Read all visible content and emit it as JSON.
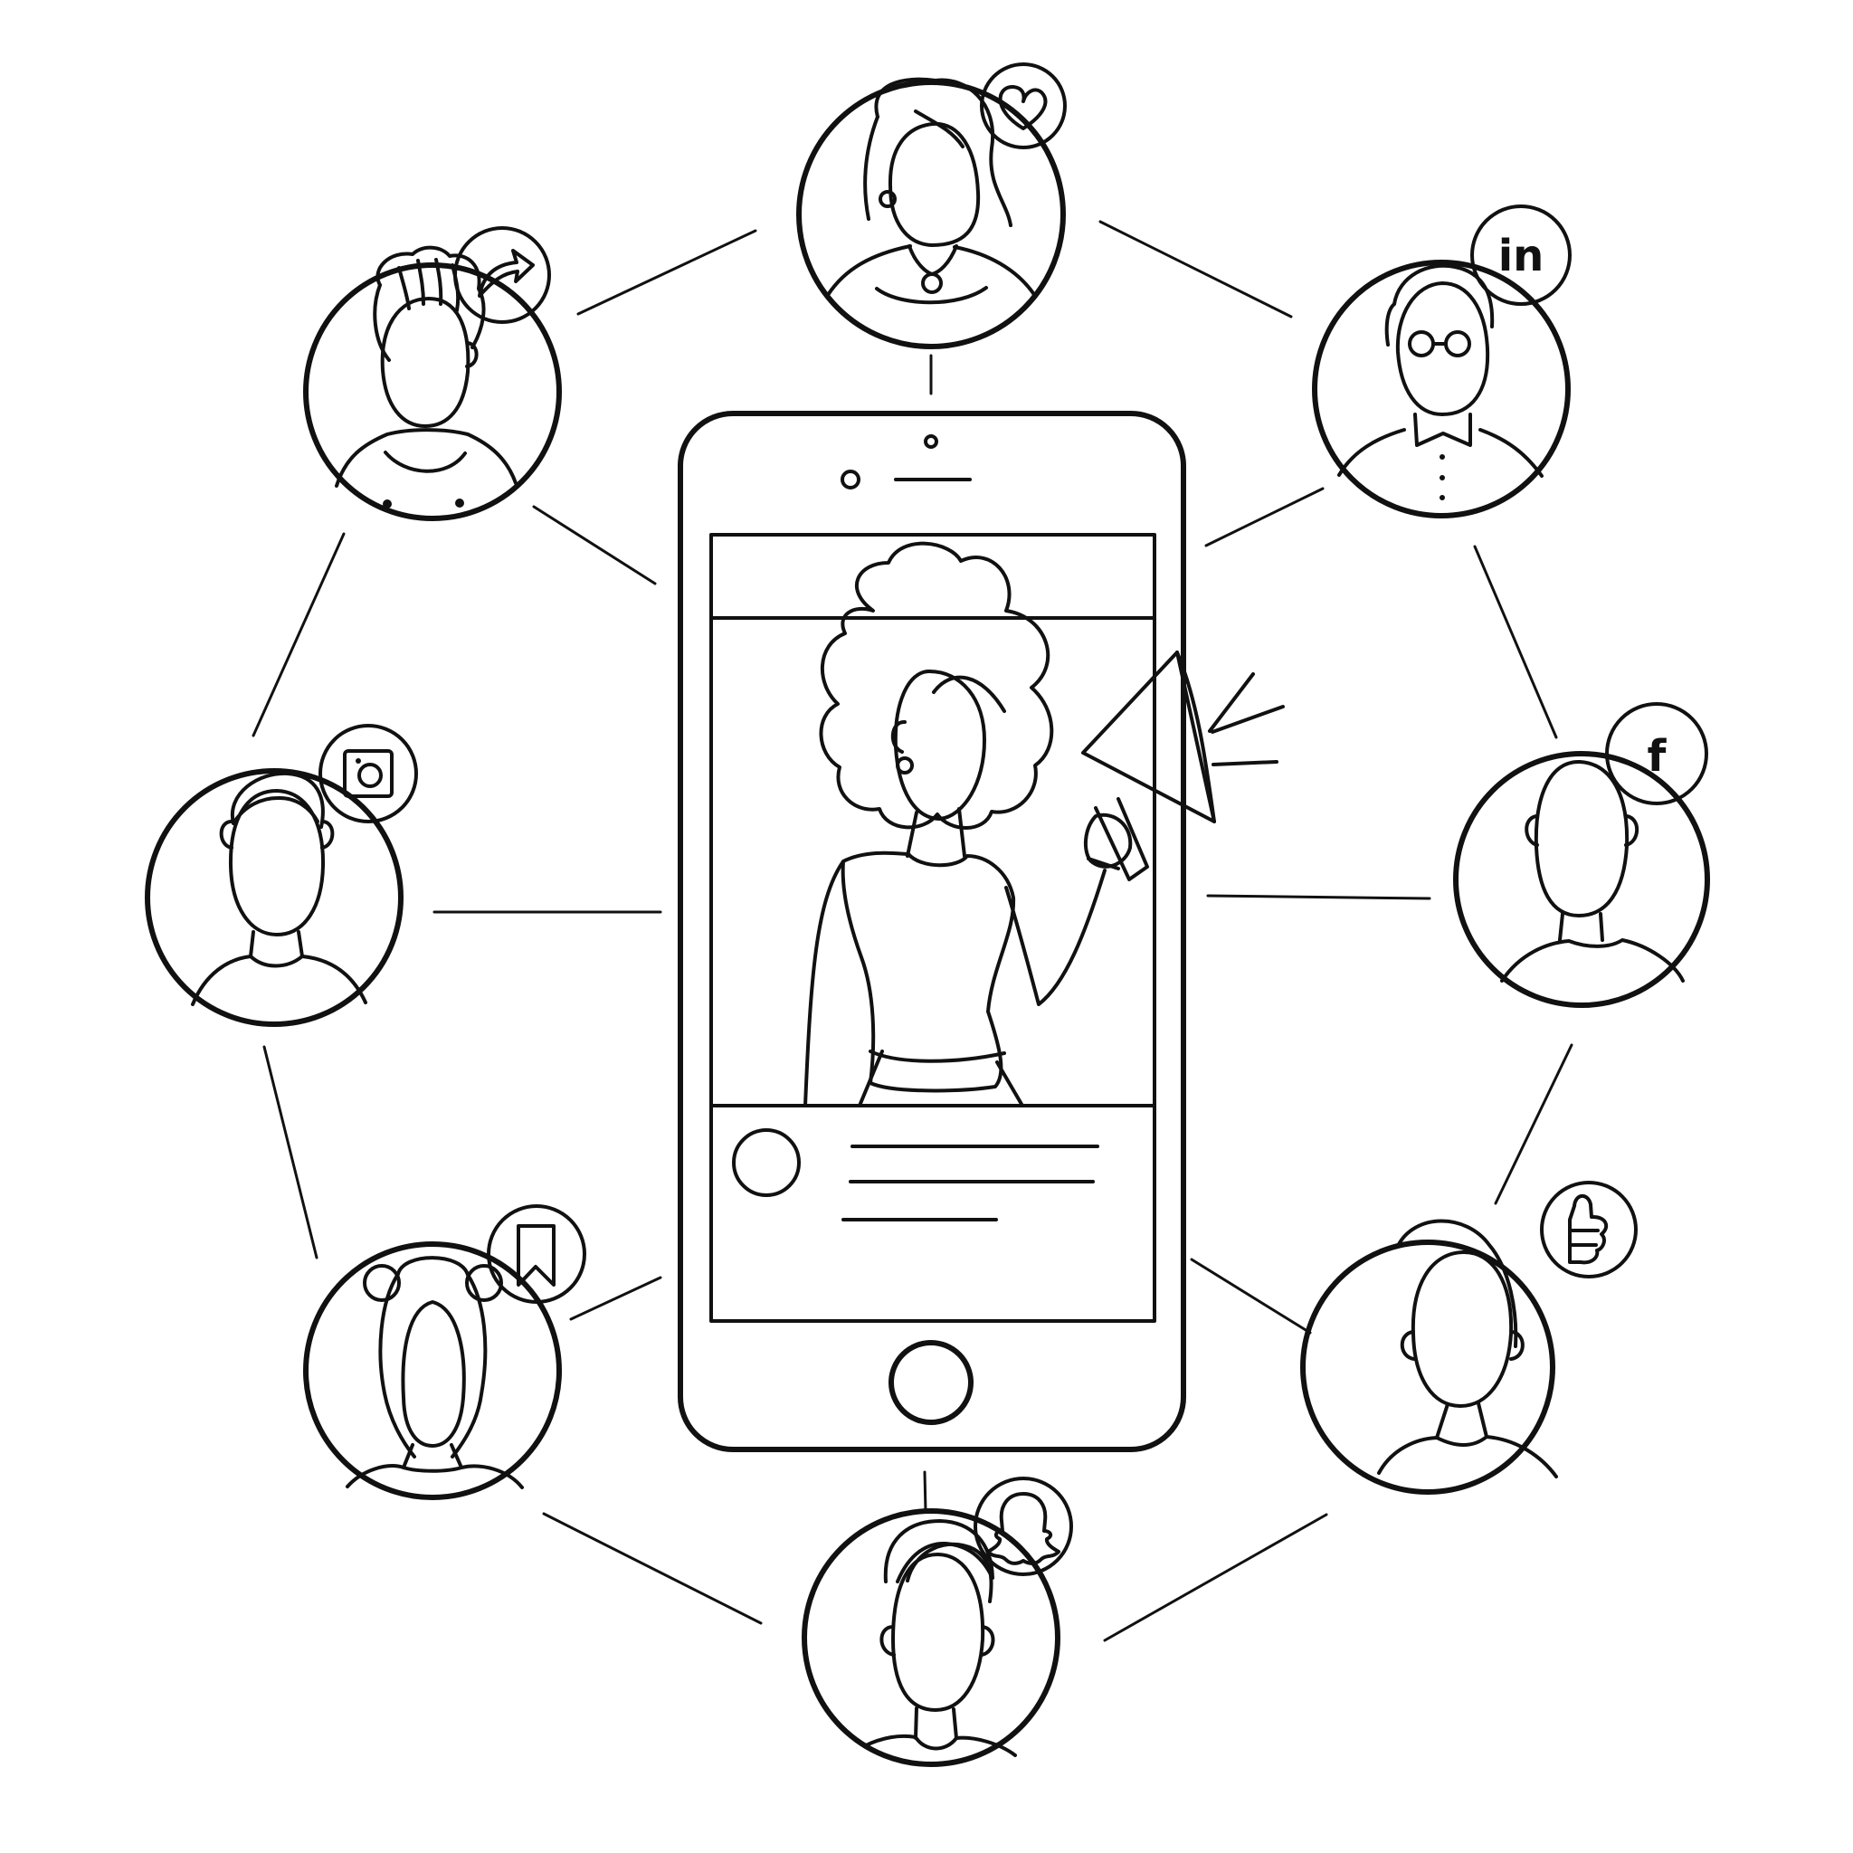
{
  "illustration": {
    "center_device": {
      "type": "smartphone"
    },
    "network_nodes": [
      {
        "name": "node-top",
        "badge_icon": "heart-icon"
      },
      {
        "name": "node-top-right",
        "badge_icon": "linkedin-icon",
        "badge_text": "in"
      },
      {
        "name": "node-right",
        "badge_icon": "facebook-icon",
        "badge_text": "f"
      },
      {
        "name": "node-bottom-right",
        "badge_icon": "thumbs-up-icon"
      },
      {
        "name": "node-bottom",
        "badge_icon": "snapchat-icon"
      },
      {
        "name": "node-bottom-left",
        "badge_icon": "bookmark-icon"
      },
      {
        "name": "node-left",
        "badge_icon": "instagram-icon"
      },
      {
        "name": "node-top-left",
        "badge_icon": "share-icon"
      }
    ]
  }
}
